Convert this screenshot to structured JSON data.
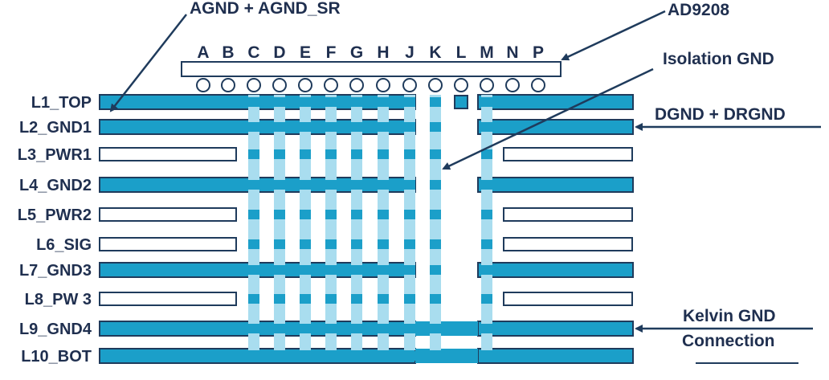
{
  "annotations": {
    "agnd": "AGND + AGND_SR",
    "ad9208": "AD9208",
    "isolation": "Isolation GND",
    "dgnd": "DGND + DRGND",
    "kelvin_line1": "Kelvin GND",
    "kelvin_line2": "Connection"
  },
  "ball_columns": [
    "A",
    "B",
    "C",
    "D",
    "E",
    "F",
    "G",
    "H",
    "J",
    "K",
    "L",
    "M",
    "N",
    "P"
  ],
  "layers": [
    "L1_TOP",
    "L2_GND1",
    "L3_PWR1",
    "L4_GND2",
    "L5_PWR2",
    "L6_SIG",
    "L7_GND3",
    "L8_PW 3",
    "L9_GND4",
    "L10_BOT"
  ],
  "colors": {
    "copper_blue": "#1b9fc9",
    "outline_navy": "#1f3b5c",
    "via_light": "#a9ddef",
    "via_dark": "#1b9fc9",
    "text": "#1f2f4f"
  }
}
